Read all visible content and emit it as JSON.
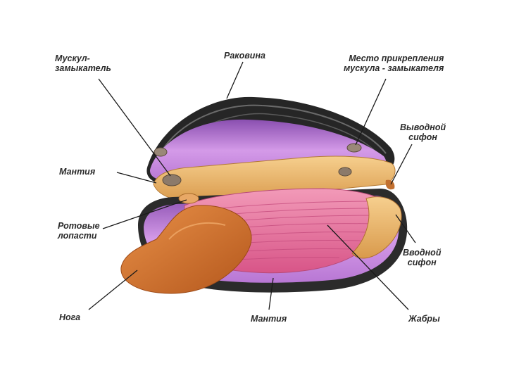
{
  "labels": {
    "adductor_muscle": [
      "Мускул-",
      "замыкатель"
    ],
    "shell": "Раковина",
    "muscle_attachment": [
      "Место прикрепления",
      "мускула - замыкателя"
    ],
    "exhalant_siphon": [
      "Выводной",
      "сифон"
    ],
    "mantle_upper": "Мантия",
    "oral_lobes": [
      "Ротовые",
      "лопасти"
    ],
    "inhalant_siphon": [
      "Вводной",
      "сифон"
    ],
    "foot": "Нога",
    "mantle_lower": "Мантия",
    "gills": "Жабры"
  },
  "colors": {
    "shell_dark": "#2b2b2b",
    "mantle_purple": "#c27fd8",
    "gills_pink": "#e5709a",
    "foot_orange": "#d8782e",
    "mantle_tan": "#e8b470"
  }
}
